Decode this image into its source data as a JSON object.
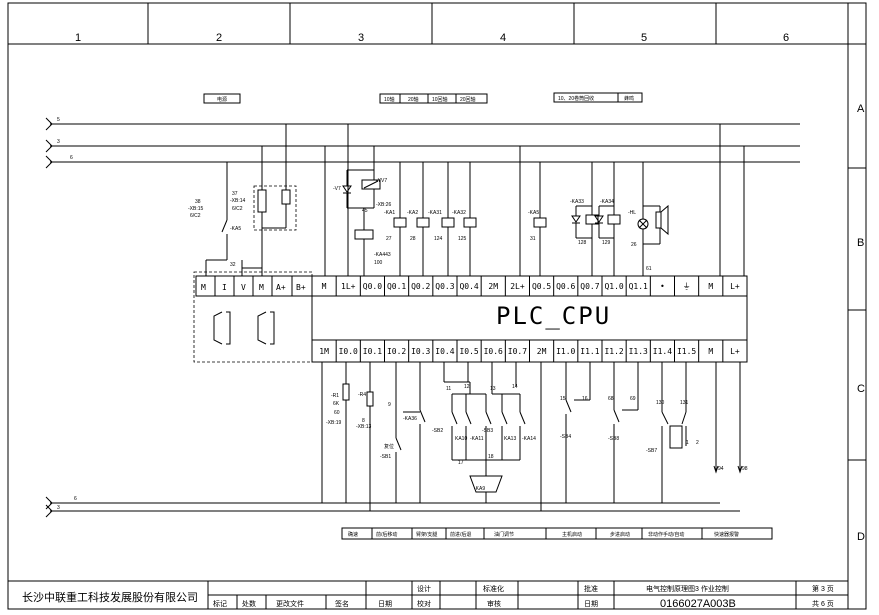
{
  "frame": {
    "columns": [
      "1",
      "2",
      "3",
      "4",
      "5",
      "6"
    ],
    "rows": [
      "A",
      "B",
      "C",
      "D"
    ]
  },
  "top_labels": {
    "l1": "电源",
    "l2": [
      "10轴",
      "20轴",
      "10回轴",
      "20回轴"
    ],
    "l3": "10、20卷筒回收",
    "l4": "蜂鸣"
  },
  "bus_wires": {
    "w5": "5",
    "w3": "3",
    "w6": "6",
    "bottom_6": "6",
    "bottom_3": "3"
  },
  "plc": {
    "title": "PLC_CPU",
    "out_terminals": [
      "M",
      "1L+",
      "Q0.0",
      "Q0.1",
      "Q0.2",
      "Q0.3",
      "Q0.4",
      "2M",
      "2L+",
      "Q0.5",
      "Q0.6",
      "Q0.7",
      "Q1.0",
      "Q1.1",
      "•",
      "⏚",
      "M",
      "L+"
    ],
    "in_terminals": [
      "1M",
      "I0.0",
      "I0.1",
      "I0.2",
      "I0.3",
      "I0.4",
      "I0.5",
      "I0.6",
      "I0.7",
      "2M",
      "I1.0",
      "I1.1",
      "I1.2",
      "I1.3",
      "I1.4",
      "I1.5",
      "M",
      "L+"
    ],
    "module_terminals": [
      "M",
      "I",
      "V",
      "M",
      "A+",
      "B+"
    ]
  },
  "components": {
    "v7": "-V7",
    "yv7": "-YV7",
    "ka1": "-KA1",
    "ka2": "-KA2",
    "ka31": "-KA31",
    "ka32": "-KA32",
    "ka5_out": "-KA5",
    "ka33": "-KA33",
    "ka34": "-KA34",
    "hl": "-HL",
    "ka443": "-KA443",
    "ka5_in": "-KA5",
    "r1": "-R1",
    "r1_val": "6K",
    "r4": "-R4",
    "ka36": "-KA36",
    "sb1": "-SB1",
    "sb1_note": "复位",
    "sb2": "-SB2",
    "ka10": "KA10",
    "ka11": "-KA11",
    "sb3": "-SB3",
    "ka13": "KA13",
    "ka14": "-KA14",
    "ka9": "-KA9",
    "sb4": "-SB4",
    "sb8": "-SB8",
    "sb7": "-SB7",
    "xb15": "-XB:15",
    "c2a": "6/C2",
    "xb14": "-XB:14",
    "c2b": "6/C2",
    "xb26": "-XB:26",
    "xb19": "-XB:19",
    "xb13": "-XB:13"
  },
  "wire_numbers": {
    "n38": "38",
    "n37": "37",
    "n32": "32",
    "n45": "45",
    "n100": "100",
    "n27": "27",
    "n28": "28",
    "n124": "124",
    "n125": "125",
    "n31": "31",
    "n128": "128",
    "n129": "129",
    "n26": "26",
    "n61": "61",
    "n60": "60",
    "n8": "8",
    "n9": "9",
    "n12": "12",
    "n11": "11",
    "n13": "13",
    "n14": "14",
    "n17": "17",
    "n18": "18",
    "n15": "15",
    "n16": "16",
    "n68": "68",
    "n69": "69",
    "n130": "130",
    "n131": "131",
    "n1": "1",
    "n2": "2",
    "n94": "94",
    "n98": "98"
  },
  "bottom_labels": [
    "确速",
    "前/后移动",
    "臂架/支腿",
    "前进/后退",
    "油门调节",
    "主机启动",
    "步进启动",
    "非动作手动/自动",
    "快速器报警"
  ],
  "title_block": {
    "company": "长沙中联重工科技发展股份有限公司",
    "headers": [
      "标记",
      "处数",
      "更改文件",
      "签名",
      "日期"
    ],
    "design": "设计",
    "proofread": "校对",
    "standardize": "标准化",
    "review": "审核",
    "approve": "批准",
    "date": "日期",
    "drawing_title": "电气控制原理图3 作业控制",
    "drawing_no": "0166027A003B",
    "sheet": "第 3 页",
    "total": "共 6 页"
  }
}
